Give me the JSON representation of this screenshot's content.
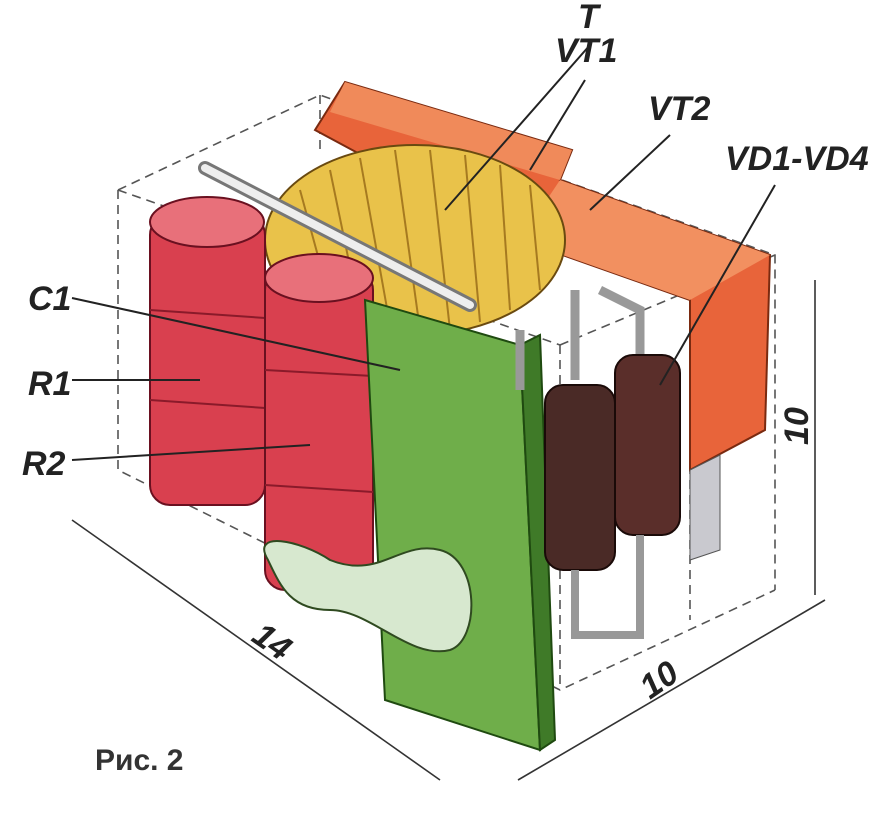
{
  "figure": {
    "caption": "Рис. 2",
    "labels": {
      "T": "T",
      "VT1": "VT1",
      "VT2": "VT2",
      "VD": "VD1-VD4",
      "C1": "C1",
      "R1": "R1",
      "R2": "R2"
    },
    "dimensions": {
      "length": "14",
      "height": "10",
      "depth": "10"
    },
    "colors": {
      "transistor_body": "#e8643a",
      "toroid": "#e9c24a",
      "capacitor_resistor": "#d9404f",
      "board": "#6fae4a",
      "diode": "#4a2a26"
    }
  }
}
